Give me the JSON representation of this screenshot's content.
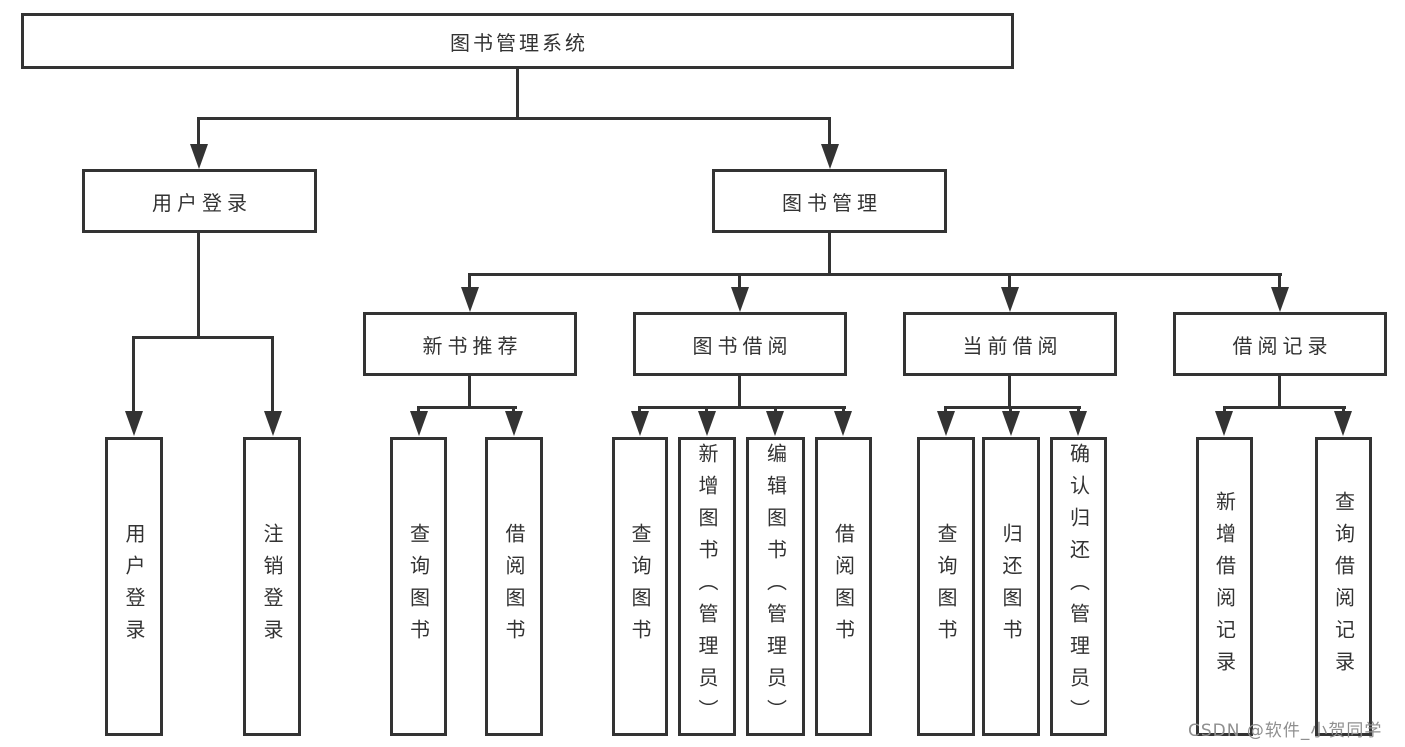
{
  "diagram": {
    "root": {
      "label": "图书管理系统"
    },
    "level2": [
      {
        "id": "user-login",
        "label": "用户登录",
        "parent": "图书管理系统"
      },
      {
        "id": "book-management",
        "label": "图书管理",
        "parent": "图书管理系统"
      }
    ],
    "level3": [
      {
        "id": "new-book-recommend",
        "label": "新书推荐",
        "parent": "图书管理"
      },
      {
        "id": "book-borrow",
        "label": "图书借阅",
        "parent": "图书管理"
      },
      {
        "id": "current-borrow",
        "label": "当前借阅",
        "parent": "图书管理"
      },
      {
        "id": "borrow-record",
        "label": "借阅记录",
        "parent": "图书管理"
      }
    ],
    "leaves": [
      {
        "label": "用户登录",
        "parent": "用户登录"
      },
      {
        "label": "注销登录",
        "parent": "用户登录"
      },
      {
        "label": "查询图书",
        "parent": "新书推荐"
      },
      {
        "label": "借阅图书",
        "parent": "新书推荐"
      },
      {
        "label": "查询图书",
        "parent": "图书借阅"
      },
      {
        "label": "新增图书（管理员）",
        "parent": "图书借阅"
      },
      {
        "label": "编辑图书（管理员）",
        "parent": "图书借阅"
      },
      {
        "label": "借阅图书",
        "parent": "图书借阅"
      },
      {
        "label": "查询图书",
        "parent": "当前借阅"
      },
      {
        "label": "归还图书",
        "parent": "当前借阅"
      },
      {
        "label": "确认归还（管理员）",
        "parent": "当前借阅"
      },
      {
        "label": "新增借阅记录",
        "parent": "借阅记录"
      },
      {
        "label": "查询借阅记录",
        "parent": "借阅记录"
      }
    ],
    "colors": {
      "line": "#333333",
      "text": "#333333",
      "box_background": "#ffffff",
      "watermark": "#8f8f8f"
    }
  },
  "watermark": {
    "text": "CSDN @软件_小贺同学"
  }
}
